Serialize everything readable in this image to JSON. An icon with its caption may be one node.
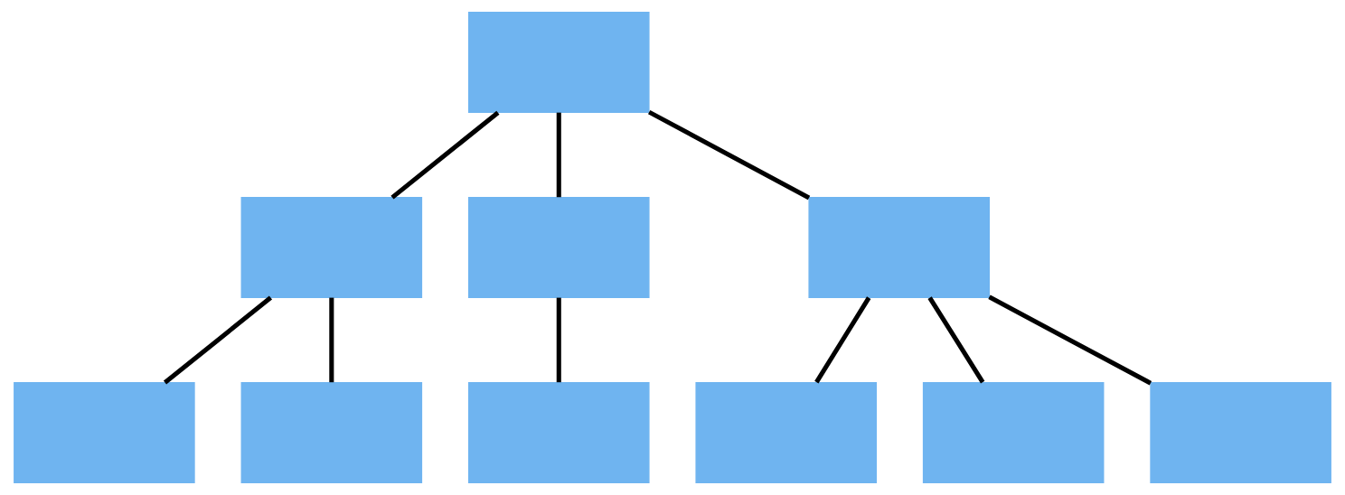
{
  "diagram": {
    "nodes": [
      {
        "text": [],
        "shape": "box"
      },
      {
        "text": [],
        "shape": "box"
      },
      {
        "text": [],
        "shape": "box"
      },
      {
        "text": [],
        "shape": "box"
      },
      {
        "text": [],
        "shape": "box"
      },
      {
        "text": [],
        "shape": "box"
      },
      {
        "text": [],
        "shape": "box"
      },
      {
        "text": [],
        "shape": "box"
      },
      {
        "text": [],
        "shape": "box"
      },
      {
        "text": [],
        "shape": "box"
      }
    ],
    "edges": [
      {
        "from": 0,
        "to": 1,
        "arrow": "none"
      },
      {
        "from": 0,
        "to": 2,
        "arrow": "none"
      },
      {
        "from": 0,
        "to": 3,
        "arrow": "none"
      },
      {
        "from": 1,
        "to": 4,
        "arrow": "none"
      },
      {
        "from": 1,
        "to": 5,
        "arrow": "none"
      },
      {
        "from": 2,
        "to": 6,
        "arrow": "none"
      },
      {
        "from": 3,
        "to": 7,
        "arrow": "none"
      },
      {
        "from": 3,
        "to": 8,
        "arrow": "none"
      },
      {
        "from": 3,
        "to": 9,
        "arrow": "none"
      }
    ]
  }
}
